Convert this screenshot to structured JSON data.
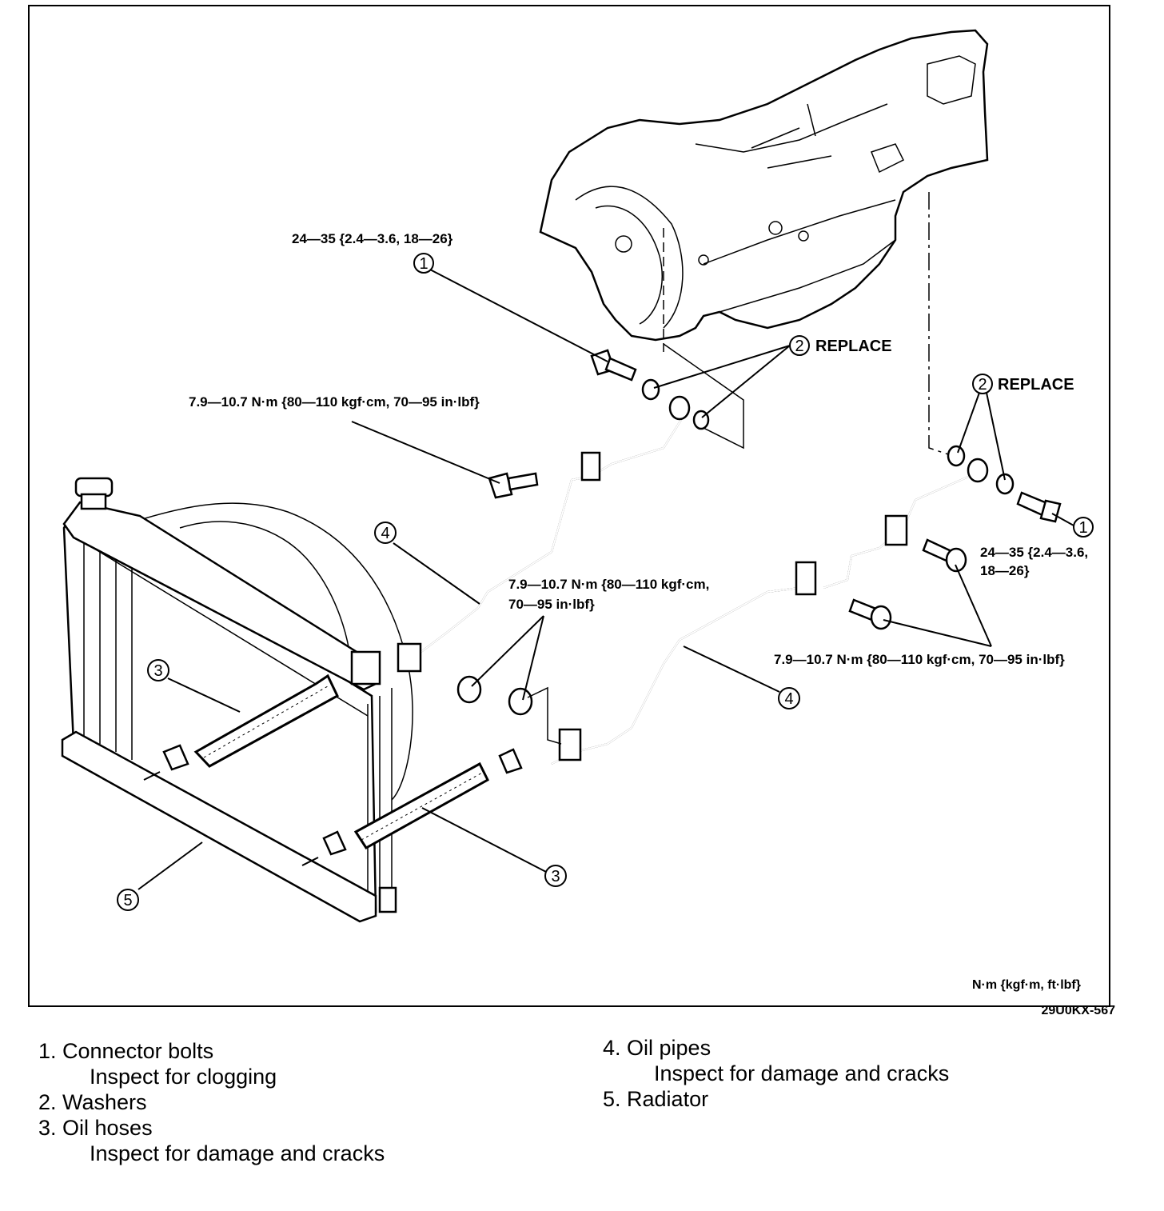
{
  "callouts": {
    "c1": "1",
    "c2": "2",
    "c3": "3",
    "c4": "4",
    "c5": "5"
  },
  "torque": {
    "t_top_left": "24—35 {2.4—3.6, 18—26}",
    "t_pipe_upper": "7.9—10.7 N·m {80—110 kgf·cm, 70—95 in·lbf}",
    "t_mid_line1": "7.9—10.7 N·m {80—110 kgf·cm,",
    "t_mid_line2": "70—95 in·lbf}",
    "t_right_line1": "24—35 {2.4—3.6,",
    "t_right_line2": "18—26}",
    "t_right_lower": "7.9—10.7 N·m {80—110 kgf·cm, 70—95 in·lbf}"
  },
  "notes": {
    "replace": "REPLACE",
    "units": "N·m {kgf·m, ft·lbf}",
    "figure_code": "29U0KX-567"
  },
  "legend": {
    "left": [
      {
        "title": "1. Connector bolts",
        "sub": "Inspect for clogging"
      },
      {
        "title": "2. Washers",
        "sub": ""
      },
      {
        "title": "3. Oil hoses",
        "sub": "Inspect for damage and cracks"
      }
    ],
    "right": [
      {
        "title": "4. Oil pipes",
        "sub": "Inspect for damage and cracks"
      },
      {
        "title": "5. Radiator",
        "sub": ""
      }
    ]
  }
}
